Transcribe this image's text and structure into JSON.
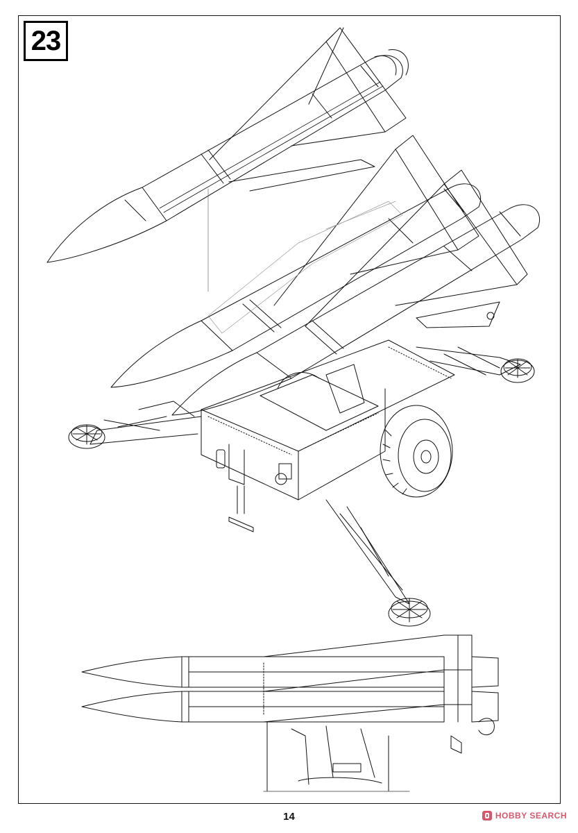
{
  "step": {
    "number": "23"
  },
  "footer": {
    "page_number": "14"
  },
  "watermark": {
    "text": "HOBBY SEARCH",
    "color": "#c8102e"
  },
  "colors": {
    "line": "#111111",
    "light_line": "#8a8a8a",
    "background": "#ffffff"
  }
}
